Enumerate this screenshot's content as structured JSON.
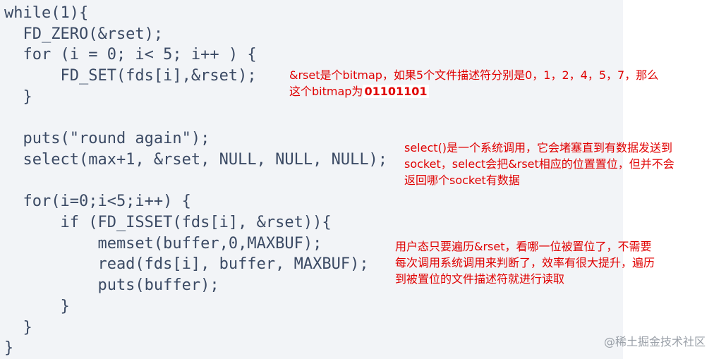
{
  "code": {
    "lines": [
      "while(1){",
      "  FD_ZERO(&rset);",
      "  for (i = 0; i< 5; i++ ) {",
      "      FD_SET(fds[i],&rset);",
      "  }",
      "",
      "  puts(\"round again\");",
      "  select(max+1, &rset, NULL, NULL, NULL);",
      "",
      "  for(i=0;i<5;i++) {",
      "      if (FD_ISSET(fds[i], &rset)){",
      "          memset(buffer,0,MAXBUF);",
      "          read(fds[i], buffer, MAXBUF);",
      "          puts(buffer);",
      "      }",
      "  }",
      "}"
    ]
  },
  "annotations": {
    "bitmap_note_line1": "&rset是个bitmap，如果5个文件描述符分别是0，1，2，4，5，7，那么",
    "bitmap_note_line2_prefix": "这个bitmap为",
    "bitmap_note_value": "01101101",
    "select_note_line1": "select()是一个系统调用，它会堵塞直到有数据发送到",
    "select_note_line2": "socket，select会把&rset相应的位置置位，但并不会",
    "select_note_line3": "返回哪个socket有数据",
    "user_note_line1": "用户态只要遍历&rset，看哪一位被置位了，不需要",
    "user_note_line2": "每次调用系统调用来判断了，效率有很大提升，遍历",
    "user_note_line3": "到被置位的文件描述符就进行读取"
  },
  "watermark": "@稀土掘金技术社区",
  "colors": {
    "code_background": "#f2f4f7",
    "code_text": "#3b4a64",
    "annotation_text": "#e00000",
    "watermark": "#9aa0a8"
  }
}
